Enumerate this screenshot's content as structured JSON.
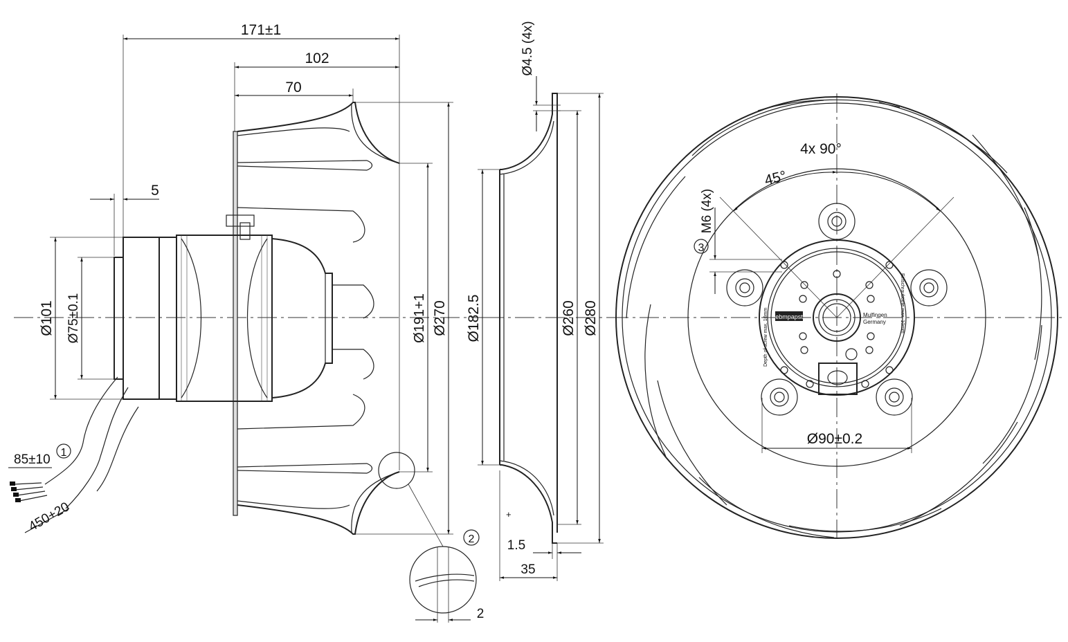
{
  "side_view": {
    "dimensions": {
      "overall_length": "171±1",
      "impeller_length": "102",
      "inlet_length": "70",
      "motor_offset": "5",
      "motor_dia": "Ø101",
      "motor_shoulder_dia": "Ø75±0.1",
      "impeller_inlet_dia": "Ø191+1",
      "impeller_outer_dia": "Ø270",
      "cable_stripped": "85±10",
      "cable_length": "450+20"
    },
    "callouts": {
      "cable": "1",
      "detail": "2"
    },
    "detail_dimension": "2"
  },
  "inlet_ring_view": {
    "dimensions": {
      "hole": "Ø4.5 (4x)",
      "inner_dia": "Ø182.5",
      "mid_dia": "Ø260",
      "outer_dia": "Ø280",
      "wall": "1.5",
      "depth": "35"
    }
  },
  "front_view": {
    "dimensions": {
      "spacing": "4x 90°",
      "angle": "45°",
      "thread": "M6 (4x)",
      "bolt_circle": "Ø90±0.2"
    },
    "callouts": {
      "thread": "3"
    },
    "labels": {
      "brand": "ebmpapst",
      "city": "Mulfingen",
      "country": "Germany",
      "screw_note_left": "Depth of screw max. 10mm",
      "screw_note_right": "Einschraubtiefe max. 10mm"
    }
  }
}
